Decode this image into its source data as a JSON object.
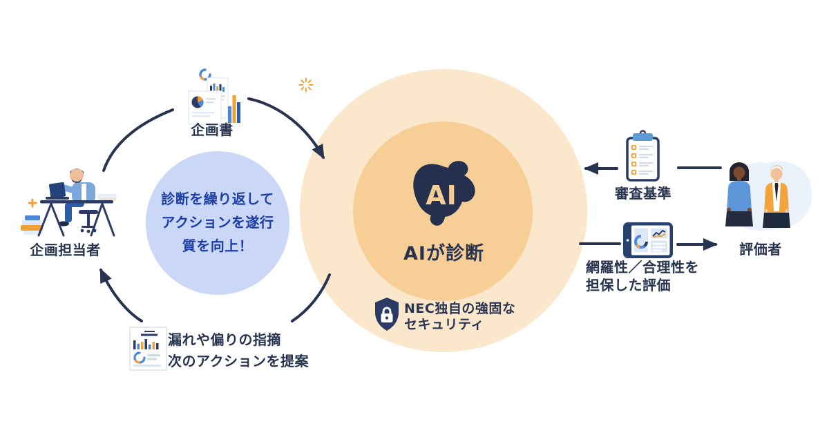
{
  "title": "AI診断サイクル図",
  "palette": {
    "navy": "#27334F",
    "icon_navy": "#2B3B66",
    "blue": "#4C86D6",
    "soft_blue": "#7BA7DD",
    "clip_blue": "#5B9BD5",
    "orange": "#F0A135",
    "outer_circle": "#FBE7CC",
    "inner_circle": "#F8CE97",
    "loop_circle": "#CBD7F7",
    "loop_text_blue": "#1D3EA5",
    "evaluator_blob": "#ECF2FB",
    "ai_logo_text": "#F5CD96"
  },
  "left": {
    "planner_label": "企画担当者",
    "proposal_label": "企画書",
    "loop_lines": [
      "診断を繰り返して",
      "アクションを遂行",
      "質を向上！"
    ],
    "feedback_lines": [
      "漏れや偏りの指摘",
      "次のアクションを提案"
    ]
  },
  "center": {
    "ai_logo": "AI",
    "ai_label": "AIが診断",
    "security_lines": [
      "NEC独自の強固な",
      "セキュリティ"
    ]
  },
  "right": {
    "criteria_label": "審査基準",
    "evaluation_lines": [
      "網羅性／合理性を",
      "担保した評価"
    ],
    "evaluators_label": "評価者"
  },
  "icons": {
    "ai": "ai-blob-logo",
    "security": "shield-lock-icon",
    "proposal": "proposal-doc-icon",
    "feedback": "report-doc-icon",
    "criteria": "clipboard-checklist-icon",
    "evaluation": "tablet-analytics-icon",
    "planner": "planner-at-desk-illustration",
    "evaluators": "evaluators-illustration",
    "decorations": [
      "donut-spinner-icon",
      "sparkle-icon",
      "plus-icon"
    ]
  }
}
